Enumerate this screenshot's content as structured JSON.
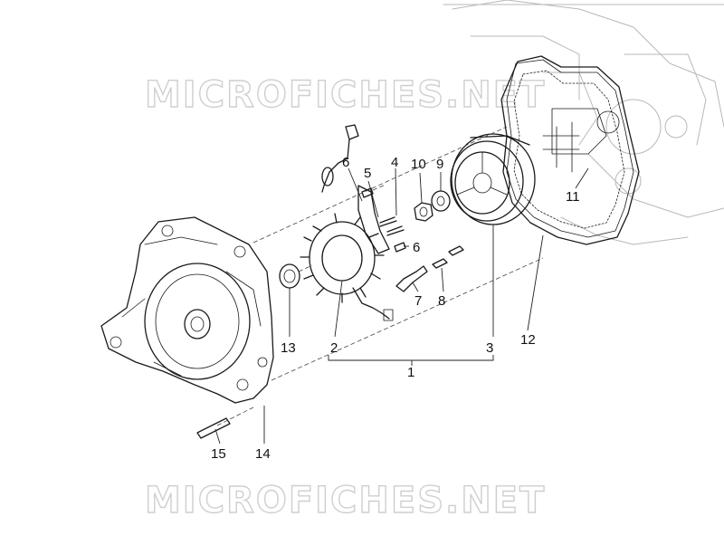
{
  "watermark": "MICROFICHES.NET",
  "callouts": {
    "c1": "1",
    "c2": "2",
    "c3": "3",
    "c4": "4",
    "c5": "5",
    "c6a": "6",
    "c6b": "6",
    "c7": "7",
    "c8": "8",
    "c9": "9",
    "c10": "10",
    "c11": "11",
    "c12": "12",
    "c13": "13",
    "c14": "14",
    "c15": "15"
  }
}
